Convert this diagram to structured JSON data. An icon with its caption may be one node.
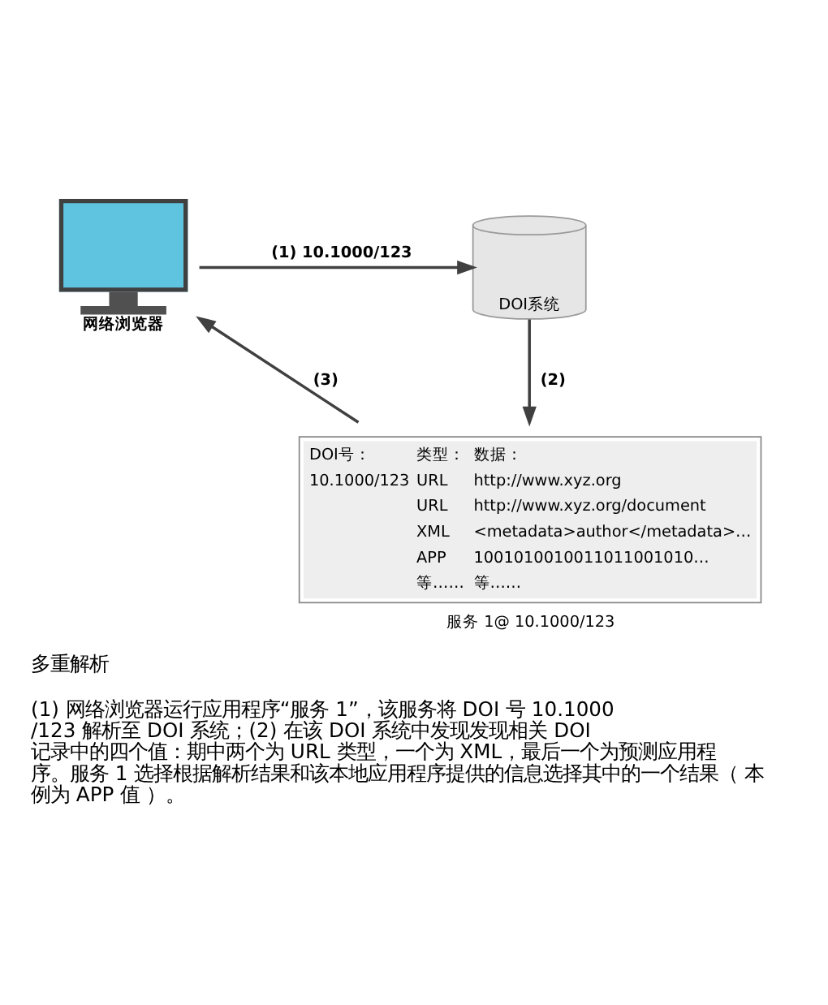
{
  "diagram": {
    "title": "多重解析",
    "caption": "(1) 网络浏览器运行应用程序“服务 1”，该服务将 DOI 号 10.1000/123 解析至 DOI 系统；(2) 在该 DOI 系统中发现发现相关 DOI 记录中的四个值：期中两个为 URL 类型，一个为 XML，最后一个为预测应用程序。服务 1 选择根据解析结果和该本地应用程序提供的信息选择其中的一个结果（ 本例为 APP 值 ）。",
    "nodes": [
      {
        "text": [
          "网络浏览器"
        ]
      },
      {
        "text": [
          "DOI系统"
        ]
      },
      {
        "text": [
          "DOI号：",
          "类型：",
          "数据：",
          "10.1000/123",
          "URL",
          "http://www.xyz.org",
          "URL",
          "http://www.xyz.org/document",
          "XML",
          "<metadata>author</metadata>…",
          "APP",
          "1001010010011011001010…",
          "等……",
          "等……"
        ],
        "beside": [
          "服务 1@ 10.1000/123"
        ]
      }
    ],
    "edges": [
      {
        "from": 0,
        "to": 1,
        "arrow": "to",
        "label": "(1) 10.1000/123"
      },
      {
        "from": 1,
        "to": 2,
        "arrow": "to",
        "label": "(2)"
      },
      {
        "from": 2,
        "to": 0,
        "arrow": "to",
        "label": "(3)"
      }
    ]
  }
}
